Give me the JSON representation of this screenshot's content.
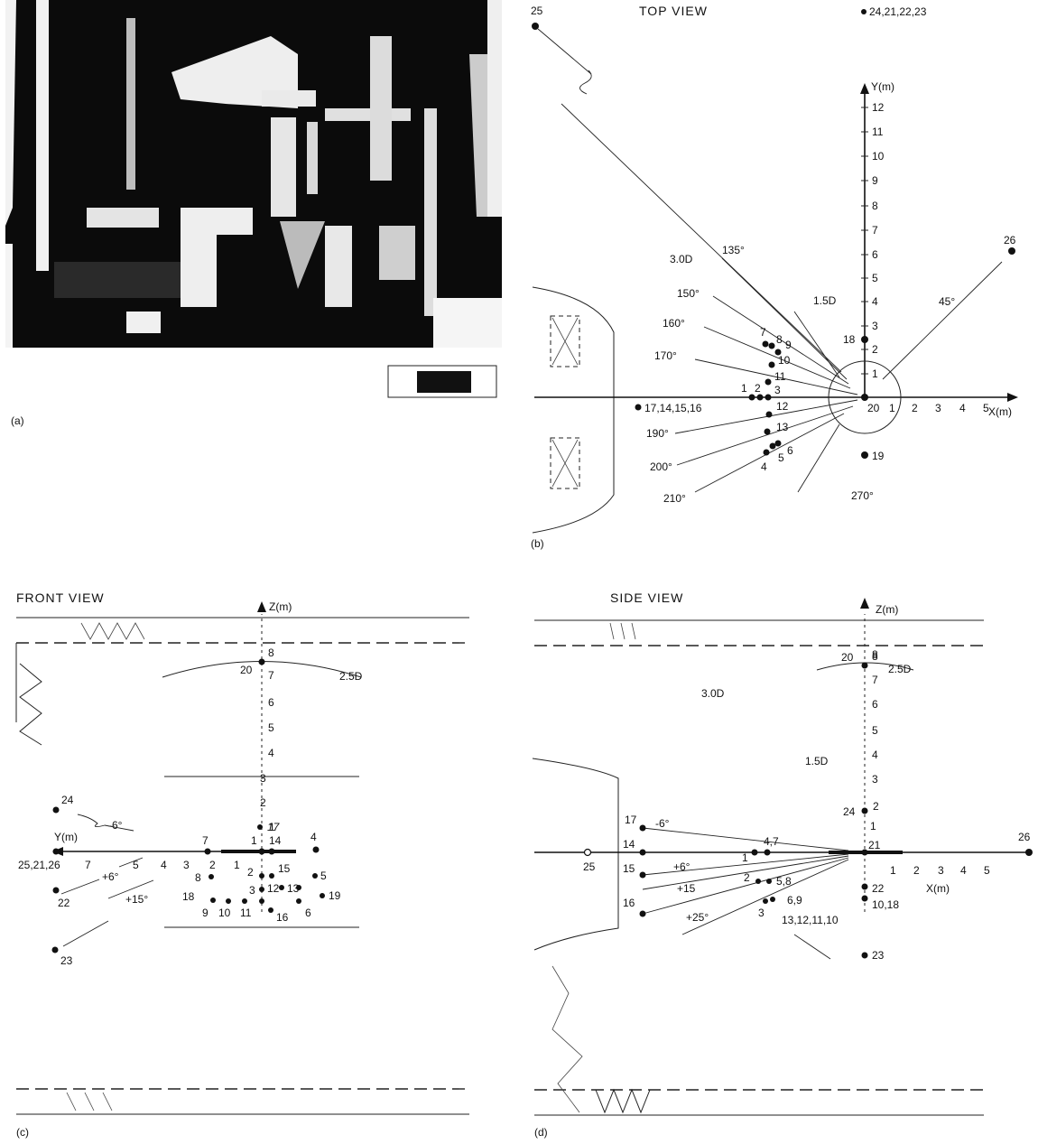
{
  "panel_a": {
    "label": "(a)"
  },
  "panel_b": {
    "label": "(b)",
    "title": "TOP VIEW",
    "axis_y": "Y(m)",
    "axis_x": "X(m)",
    "y_ticks": [
      "1",
      "2",
      "3",
      "4",
      "5",
      "6",
      "7",
      "8",
      "9",
      "10",
      "11",
      "12"
    ],
    "x_ticks": [
      "1",
      "2",
      "3",
      "4",
      "5"
    ],
    "angles": [
      "135°",
      "150°",
      "160°",
      "170°",
      "190°",
      "200°",
      "210°",
      "270°",
      "45°"
    ],
    "diameters": [
      "3.0D",
      "1.5D"
    ],
    "points": [
      "25",
      "24,21,22,23",
      "26",
      "18",
      "19",
      "20",
      "7",
      "8",
      "9",
      "10",
      "11",
      "1",
      "2",
      "3",
      "12",
      "13",
      "5",
      "6",
      "4",
      "17,14,15,16"
    ]
  },
  "panel_c": {
    "label": "(c)",
    "title": "FRONT VIEW",
    "axis_z": "Z(m)",
    "axis_y": "Y(m)",
    "z_ticks": [
      "1",
      "2",
      "3",
      "4",
      "5",
      "6",
      "7",
      "8"
    ],
    "y_ticks": [
      "1",
      "2",
      "3",
      "4",
      "5",
      "7"
    ],
    "annotations": [
      "2.5D",
      "-6°",
      "+6°",
      "+15°"
    ],
    "points": [
      "20",
      "17",
      "24",
      "7",
      "1",
      "14",
      "4",
      "25,21,26",
      "22",
      "23",
      "2",
      "15",
      "5",
      "8",
      "3",
      "12",
      "13",
      "18",
      "19",
      "9",
      "10",
      "11",
      "16",
      "6"
    ]
  },
  "panel_d": {
    "label": "(d)",
    "title": "SIDE VIEW",
    "axis_z": "Z(m)",
    "axis_x": "X(m)",
    "z_ticks": [
      "1",
      "2",
      "3",
      "4",
      "5",
      "6",
      "7",
      "8"
    ],
    "x_ticks": [
      "1",
      "2",
      "3",
      "4",
      "5"
    ],
    "annotations": [
      "3.0D",
      "1.5D",
      "2.5D",
      "-6°",
      "+6°",
      "+15",
      "+25°"
    ],
    "points": [
      "20",
      "8",
      "24",
      "21",
      "26",
      "17",
      "14",
      "15",
      "16",
      "4,7",
      "1",
      "25",
      "2",
      "5,8",
      "3",
      "6,9",
      "13,12,11,10",
      "22",
      "10,18",
      "23"
    ]
  }
}
